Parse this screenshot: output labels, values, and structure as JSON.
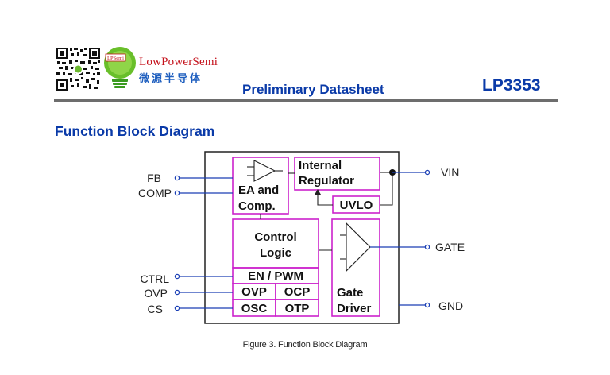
{
  "header": {
    "brand_en": "LowPowerSemi",
    "brand_cn": "微源半导体",
    "logo_badge": "LPSemi",
    "subtitle": "Preliminary Datasheet",
    "part_number": "LP3353"
  },
  "section": {
    "title": "Function Block Diagram"
  },
  "diagram": {
    "blocks": {
      "ea_line1": "EA and",
      "ea_line2": "Comp.",
      "reg_line1": "Internal",
      "reg_line2": "Regulator",
      "uvlo": "UVLO",
      "ctrl_line1": "Control",
      "ctrl_line2": "Logic",
      "en_pwm": "EN / PWM",
      "ovp": "OVP",
      "ocp": "OCP",
      "osc": "OSC",
      "otp": "OTP",
      "gate_line1": "Gate",
      "gate_line2": "Driver"
    },
    "pins": {
      "fb": "FB",
      "comp": "COMP",
      "ctrl": "CTRL",
      "ovp": "OVP",
      "cs": "CS",
      "vin": "VIN",
      "gate": "GATE",
      "gnd": "GND"
    },
    "colors": {
      "block_border": "#cc22cc",
      "wire_blue": "#1a3fb5",
      "outline": "#222222"
    }
  },
  "caption": "Figure 3. Function Block Diagram"
}
